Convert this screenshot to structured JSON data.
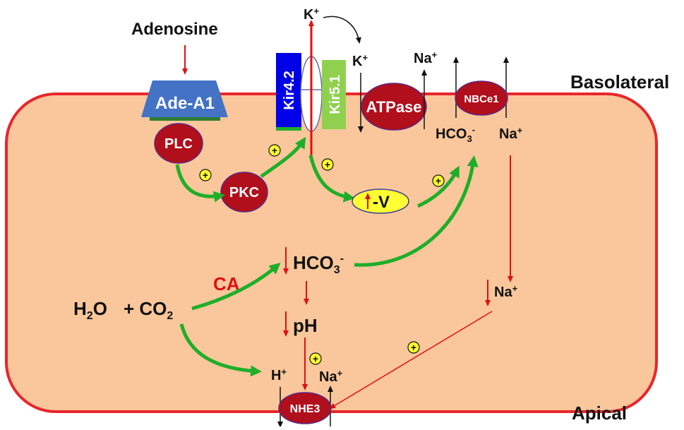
{
  "labels": {
    "adenosine": "Adenosine",
    "basolateral": "Basolateral",
    "apical": "Apical",
    "ca": "CA",
    "k_top": "K",
    "k_mid": "K",
    "na_top": "Na",
    "hco3_top": "HCO",
    "na_right": "Na",
    "na_right2": "Na",
    "hco3_mid": "HCO",
    "ph": "pH",
    "h_plus": "H",
    "na_apical": "Na",
    "h2o": "H",
    "co2": "+ CO",
    "neg_v": "-V",
    "plus_sign": "+",
    "minus_sign": "-",
    "sub_3": "3",
    "sub_2": "2",
    "h2o_o": "O"
  },
  "proteins": {
    "ade_a1": "Ade-A1",
    "plc": "PLC",
    "pkc": "PKC",
    "kir42": "Kir4.2",
    "kir51": "Kir5.1",
    "atpase": "ATPase",
    "nbce1": "NBCe1",
    "nhe3": "NHE3"
  },
  "colors": {
    "cell_fill": "#f9c79b",
    "cell_border": "#e8262b",
    "protein_red": "#b00f1b",
    "ade_blue": "#4472c4",
    "kir42_blue": "#0000e8",
    "kir51_green": "#8fd14f",
    "flow_green": "#1fae2a",
    "arrow_red": "#e01010",
    "yellow": "#ffff33"
  }
}
